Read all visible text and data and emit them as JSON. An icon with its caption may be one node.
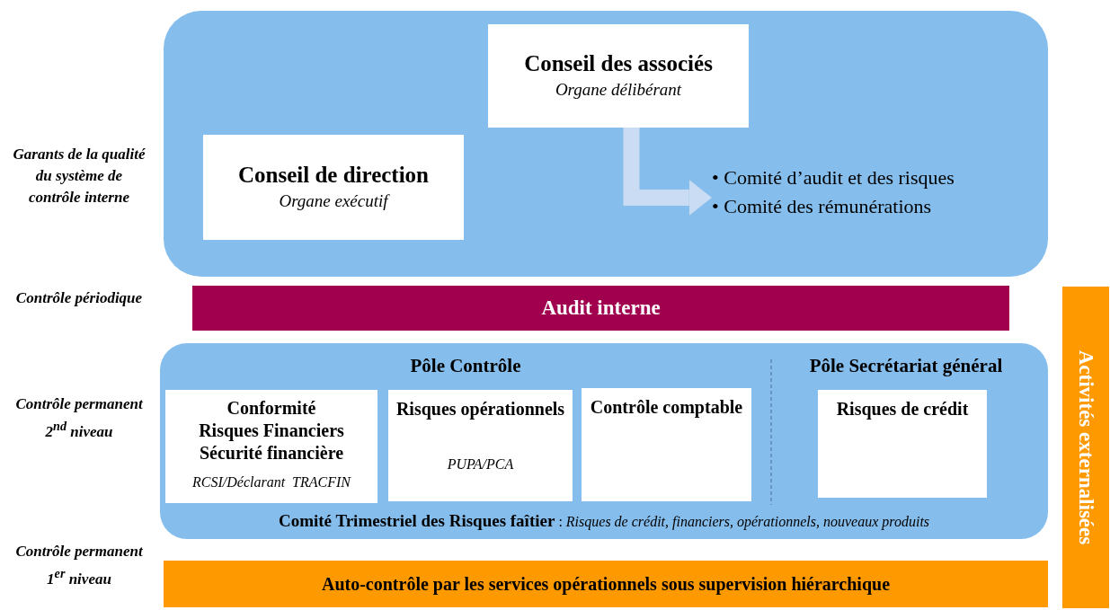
{
  "diagram": {
    "nodes": [
      {
        "text": [],
        "shape": "box"
      },
      {
        "text": [
          "Conseil des associés",
          "Organe délibérant"
        ],
        "in": 0
      },
      {
        "text": [
          "Conseil de direction",
          "Organe exécutif"
        ],
        "in": 0
      },
      {
        "text": [
          "• Comité d’audit et des risques",
          "• Comité des rémunérations"
        ],
        "in": 0
      },
      {
        "text": [
          "Audit interne"
        ]
      },
      {
        "text": [
          "Pôle Contrôle",
          "Pôle Secrétariat général",
          "**Comité Trimestriel des Risques faîtier** : *Risques de crédit, financiers, opérationnels, nouveaux produits*"
        ]
      },
      {
        "text": [
          "Conformité",
          "Risques Financiers",
          "Sécurité financière",
          "RCSI/Déclarant  TRACFIN"
        ],
        "in": 5
      },
      {
        "text": [
          "Risques opérationnels",
          "PUPA/PCA"
        ],
        "in": 5
      },
      {
        "text": [
          "Contrôle comptable"
        ],
        "in": 5
      },
      {
        "text": [
          "Risques de crédit"
        ],
        "in": 5
      },
      {
        "text": [
          "Auto-contrôle par les services opérationnels sous supervision hiérarchique"
        ]
      },
      {
        "text": [
          "Activités externalisées"
        ]
      }
    ],
    "edges": [
      {
        "from": 1,
        "to": 3,
        "arrow": "to"
      }
    ],
    "labels": [
      "Garants de la qualité du système de contrôle interne",
      "Contrôle périodique",
      "Contrôle permanent 2$^{nd}$ niveau",
      "Contrôle permanent 1$^{er}$ niveau"
    ]
  }
}
